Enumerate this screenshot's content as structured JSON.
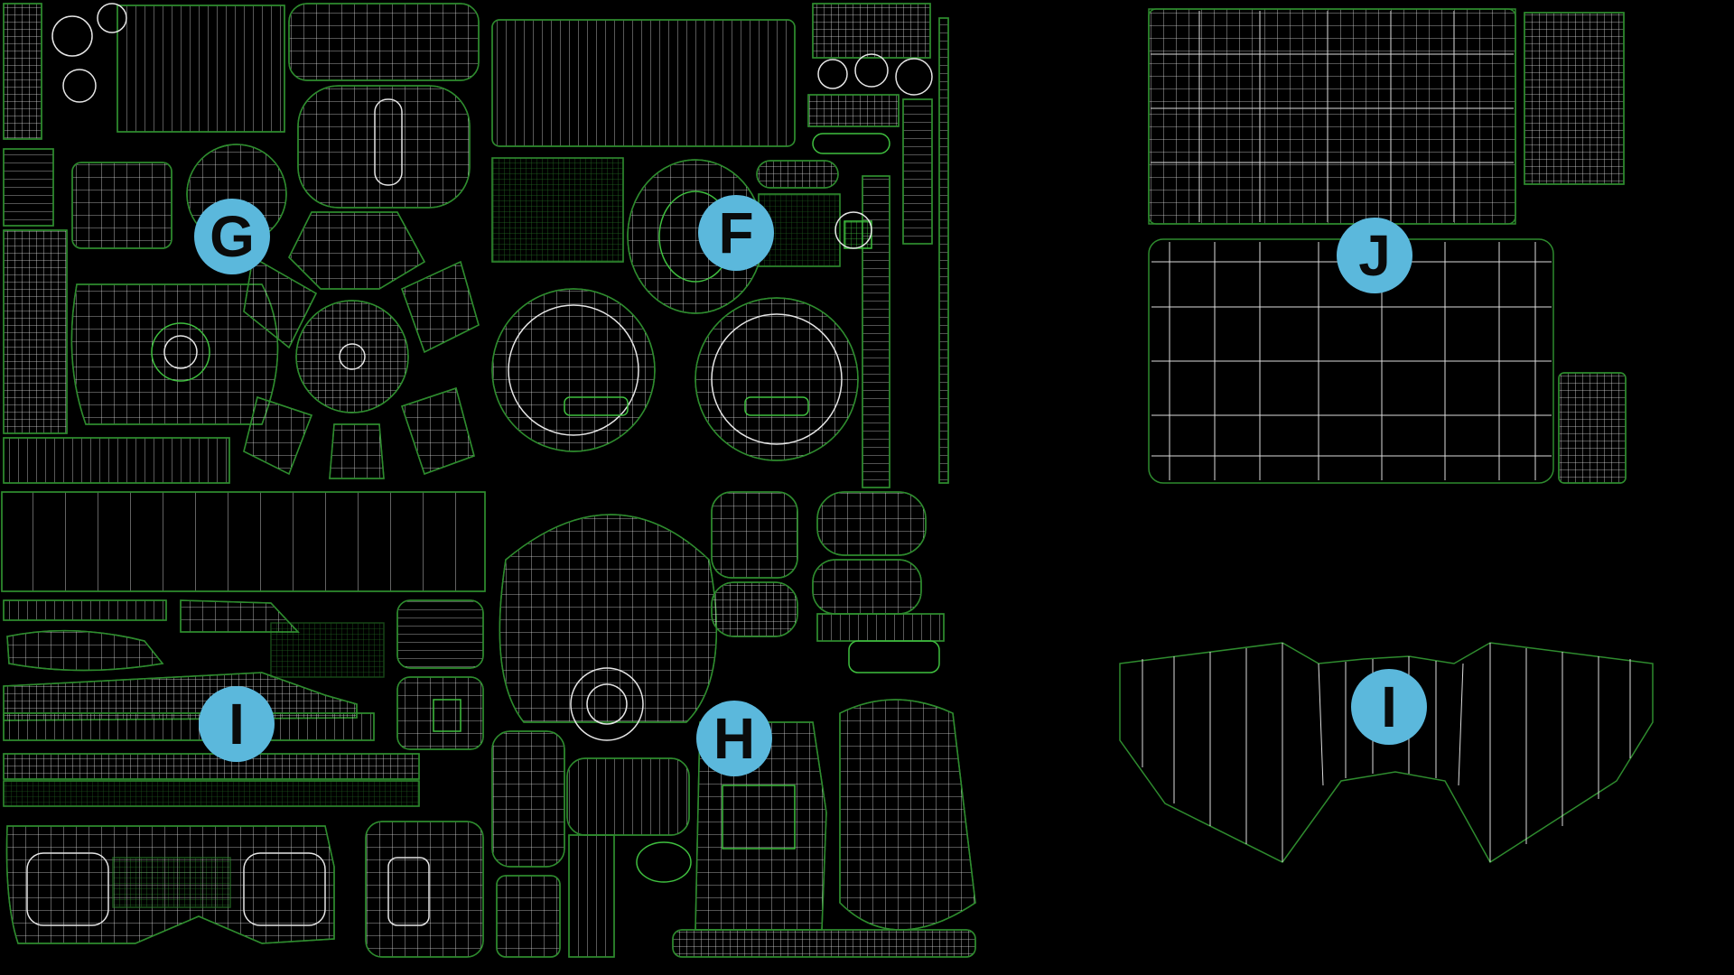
{
  "colors": {
    "background": "#000000",
    "island_outline": "#2e8b2e",
    "island_accent": "#3fbf3f",
    "wire": "#e6e6e6",
    "marker_fill": "#5bb8dc",
    "marker_text": "#0a0a0a"
  },
  "markers": [
    {
      "id": "G",
      "label": "G"
    },
    {
      "id": "F",
      "label": "F"
    },
    {
      "id": "J",
      "label": "J"
    },
    {
      "id": "I-left",
      "label": "I"
    },
    {
      "id": "H",
      "label": "H"
    },
    {
      "id": "I-right",
      "label": "I"
    }
  ]
}
